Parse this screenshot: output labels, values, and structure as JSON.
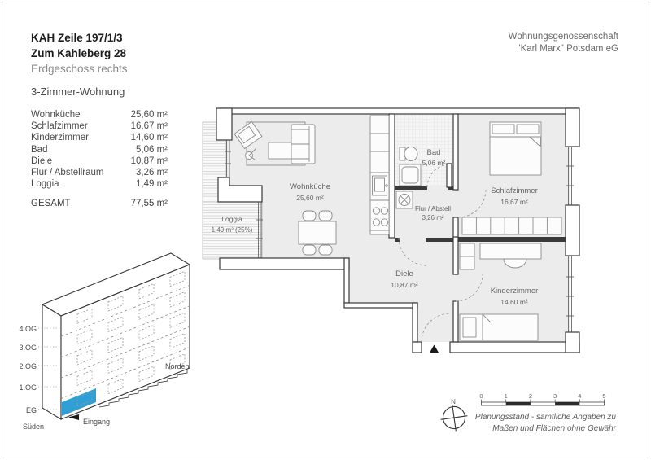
{
  "header": {
    "line1": "KAH Zeile 197/1/3",
    "line2": "Zum Kahleberg 28",
    "line3": "Erdgeschoss rechts",
    "apartment_type": "3-Zimmer-Wohnung",
    "company_line1": "Wohnungsgenossenschaft",
    "company_line2": "\"Karl Marx\" Potsdam eG"
  },
  "room_table": {
    "rows": [
      {
        "label": "Wohnküche",
        "area": "25,60 m²"
      },
      {
        "label": "Schlafzimmer",
        "area": "16,67 m²"
      },
      {
        "label": "Kinderzimmer",
        "area": "14,60 m²"
      },
      {
        "label": "Bad",
        "area": "5,06 m²"
      },
      {
        "label": "Diele",
        "area": "10,87 m²"
      },
      {
        "label": "Flur / Abstellraum",
        "area": "3,26 m²"
      },
      {
        "label": "Loggia",
        "area": "1,49 m²"
      }
    ],
    "total_label": "GESAMT",
    "total_area": "77,55 m²"
  },
  "floor_plan": {
    "rooms": [
      {
        "name": "Wohnküche",
        "area": "25,60 m²"
      },
      {
        "name": "Bad",
        "area": "5,06 m²"
      },
      {
        "name": "Schlafzimmer",
        "area": "16,67 m²"
      },
      {
        "name": "Flur / Abstell",
        "area": "3,26 m²"
      },
      {
        "name": "Diele",
        "area": "10,87 m²"
      },
      {
        "name": "Kinderzimmer",
        "area": "14,60 m²"
      },
      {
        "name": "Loggia",
        "area": "1,49 m² (25%)"
      }
    ]
  },
  "building": {
    "floors": [
      "4.OG",
      "3.OG",
      "2.OG",
      "1.OG",
      "EG"
    ],
    "north_label": "Norden",
    "south_label": "Süden",
    "entrance_label": "Eingang",
    "highlight_color": "#2f9fd6"
  },
  "compass": {
    "label": "N"
  },
  "scale_bar": {
    "ticks": [
      "0",
      "1",
      "2",
      "3",
      "4",
      "5"
    ]
  },
  "disclaimer": {
    "line1": "Planungsstand - sämtliche Angaben zu",
    "line2": "Maßen und Flächen ohne Gewähr"
  }
}
